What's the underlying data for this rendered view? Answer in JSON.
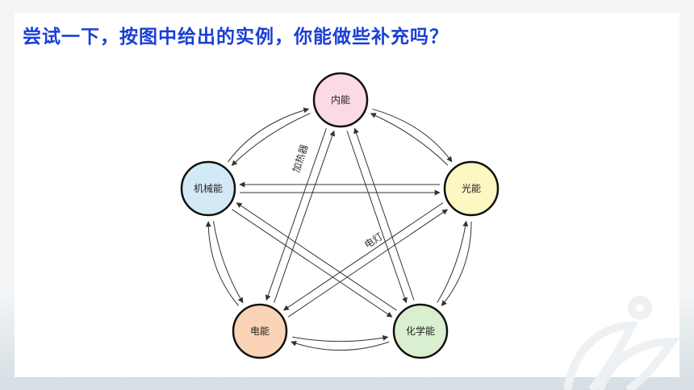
{
  "title": "尝试一下，按图中给出的实例，你能做些补充吗？",
  "nodes": [
    {
      "id": "internal",
      "label": "内能",
      "color": "#fbd9e6"
    },
    {
      "id": "light",
      "label": "光能",
      "color": "#fdf7c3"
    },
    {
      "id": "chemical",
      "label": "化学能",
      "color": "#d9efcf"
    },
    {
      "id": "electric",
      "label": "电能",
      "color": "#fbd3b6"
    },
    {
      "id": "mechanical",
      "label": "机械能",
      "color": "#d3e9f6"
    }
  ],
  "edge_labels": [
    {
      "text": "加热器",
      "from": "electric",
      "to": "internal"
    },
    {
      "text": "电灯",
      "from": "electric",
      "to": "light"
    }
  ],
  "colors": {
    "title": "#1a3fd6",
    "arrow": "#333333",
    "node_stroke": "#111111"
  }
}
